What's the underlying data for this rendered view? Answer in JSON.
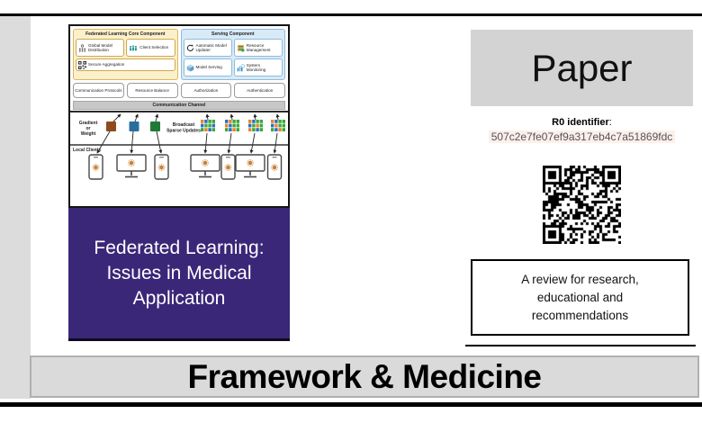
{
  "poster": {
    "title_lines": [
      "Federated Learning:",
      "Issues in Medical",
      "Application"
    ]
  },
  "diagram": {
    "core_panel": {
      "title": "Federated Learning Core Component",
      "items": [
        {
          "label": "Global Model Distribution"
        },
        {
          "label": "Client Selection"
        },
        {
          "label": "Secure Aggregation"
        }
      ]
    },
    "serving_panel": {
      "title": "Serving Component",
      "items": [
        {
          "label": "Automatic Model Updater"
        },
        {
          "label": "Resource Management"
        },
        {
          "label": "Model Serving"
        },
        {
          "label": "System Monitoring"
        }
      ]
    },
    "middle_boxes": [
      "Communication Protocols",
      "Resource Balance",
      "Authorization",
      "Authentication"
    ],
    "channel_label": "Communication Channel",
    "gradient_label_lines": [
      "Gradient",
      "or",
      "Weight"
    ],
    "broadcast_label_lines": [
      "Broadcast",
      "Sparse Updates"
    ],
    "local_clients_label": "Local Clients",
    "gradient_colors": [
      "#8f4a1e",
      "#2a6e9e",
      "#1f7a35"
    ],
    "sparse_palette": {
      "g": "#3aa83a",
      "b": "#2d6fc2",
      "o": "#e8842a"
    },
    "sparse_grids": [
      [
        "o",
        "b",
        "g",
        "g",
        "b",
        "g",
        "g",
        "b",
        "g",
        "o",
        "b",
        "g"
      ],
      [
        "b",
        "o",
        "g",
        "g",
        "o",
        "b",
        "g",
        "g",
        "g",
        "b",
        "o",
        "g"
      ],
      [
        "o",
        "b",
        "g",
        "g",
        "b",
        "g",
        "o",
        "g",
        "o",
        "g",
        "b",
        "g"
      ],
      [
        "o",
        "b",
        "g",
        "g",
        "b",
        "o",
        "g",
        "g",
        "g",
        "b",
        "o",
        "g"
      ]
    ]
  },
  "right_panel": {
    "header": "Paper",
    "r0_label": "R0 identifier",
    "r0_colon": ":",
    "r0_value": "507c2e7fe07ef9a317eb4c7a51869fdc",
    "review_lines": [
      "A review for research,",
      "educational and",
      "recommendations"
    ]
  },
  "footer": {
    "title": "Framework & Medicine"
  },
  "colors": {
    "accent_purple": "#3a2778",
    "banner_gray": "#dadada",
    "paper_box_gray": "#d3d3d3",
    "code_bg_pink": "#fcefec",
    "strip_gray": "#dcdcdc"
  }
}
